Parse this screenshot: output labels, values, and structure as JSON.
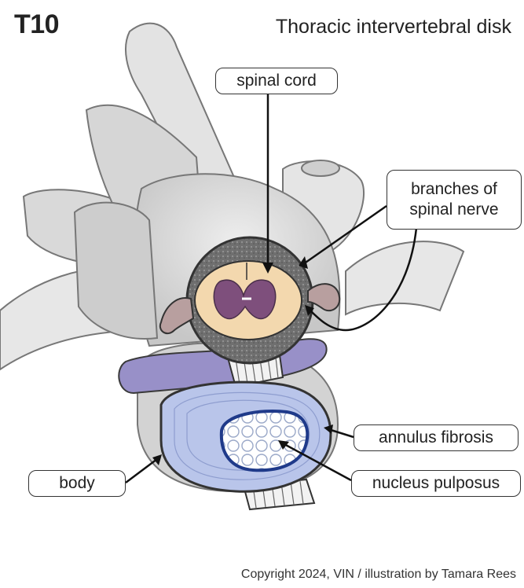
{
  "header": {
    "vertebra_level": "T10",
    "title": "Thoracic intervertebral disk"
  },
  "labels": {
    "spinal_cord": "spinal cord",
    "branches_of_spinal_nerve": "branches of spinal nerve",
    "annulus_fibrosis": "annulus fibrosis",
    "nucleus_pulposus": "nucleus pulposus",
    "body": "body"
  },
  "footer": {
    "copyright": "Copyright 2024, VIN  /  illustration by Tamara Rees"
  },
  "colors": {
    "bone": "#dcdcdc",
    "bone_shadow": "#b9b9b9",
    "cord": "#f3d8ae",
    "gray_matter": "#7e4f7c",
    "nerve": "#b79a9a",
    "dura": "#7a7a7a",
    "disk_annulus": "#b7c4e8",
    "disk_nucleus": "#1f3a8a",
    "ligament": "#8e87c4"
  }
}
